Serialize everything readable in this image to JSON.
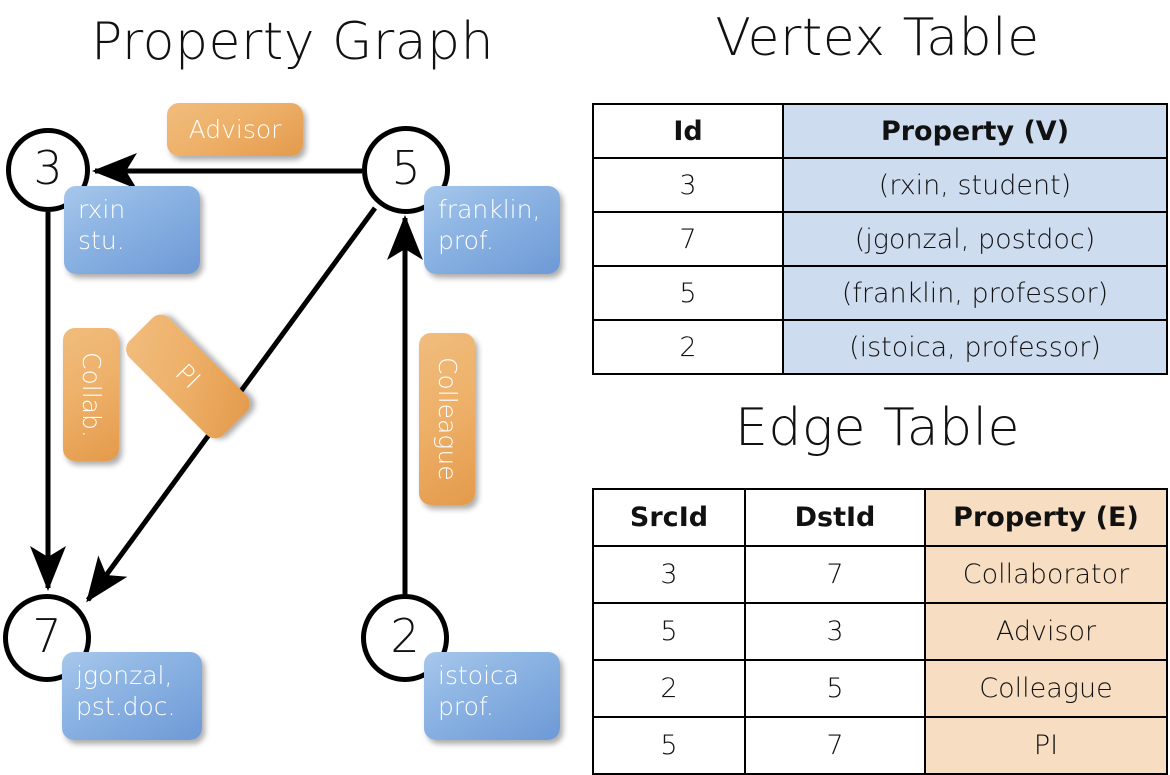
{
  "titles": {
    "property_graph": "Property Graph",
    "vertex_table": "Vertex Table",
    "edge_table": "Edge Table"
  },
  "graph": {
    "nodes": [
      {
        "id": "3",
        "property_label": "rxin\nstu."
      },
      {
        "id": "5",
        "property_label": "franklin,\nprof."
      },
      {
        "id": "7",
        "property_label": "jgonzal,\npst.doc."
      },
      {
        "id": "2",
        "property_label": "istoica\nprof."
      }
    ],
    "node_labels": {
      "n3_line1": "rxin",
      "n3_line2": "stu.",
      "n5_line1": "franklin,",
      "n5_line2": "prof.",
      "n7_line1": "jgonzal,",
      "n7_line2": "pst.doc.",
      "n2_line1": "istoica",
      "n2_line2": "prof."
    },
    "edge_labels": {
      "advisor": "Advisor",
      "collab": "Collab.",
      "pi": "PI",
      "colleague": "Colleague"
    },
    "edges": [
      {
        "from": "5",
        "to": "3",
        "label": "Advisor"
      },
      {
        "from": "3",
        "to": "7",
        "label": "Collab."
      },
      {
        "from": "5",
        "to": "7",
        "label": "PI"
      },
      {
        "from": "2",
        "to": "5",
        "label": "Colleague"
      }
    ]
  },
  "vertex_table": {
    "headers": [
      "Id",
      "Property (V)"
    ],
    "rows": [
      {
        "id": "3",
        "property": "(rxin, student)"
      },
      {
        "id": "7",
        "property": "(jgonzal, postdoc)"
      },
      {
        "id": "5",
        "property": "(franklin, professor)"
      },
      {
        "id": "2",
        "property": "(istoica, professor)"
      }
    ]
  },
  "edge_table": {
    "headers": [
      "SrcId",
      "DstId",
      "Property (E)"
    ],
    "rows": [
      {
        "src": "3",
        "dst": "7",
        "property": "Collaborator"
      },
      {
        "src": "5",
        "dst": "3",
        "property": "Advisor"
      },
      {
        "src": "2",
        "dst": "5",
        "property": "Colleague"
      },
      {
        "src": "5",
        "dst": "7",
        "property": "PI"
      }
    ]
  },
  "colors": {
    "vertex_box": "#6d99d6",
    "edge_box": "#e49a4b",
    "vertex_table_fill": "#cedcef",
    "edge_table_fill": "#f7ddc2",
    "stroke": "#000000"
  }
}
